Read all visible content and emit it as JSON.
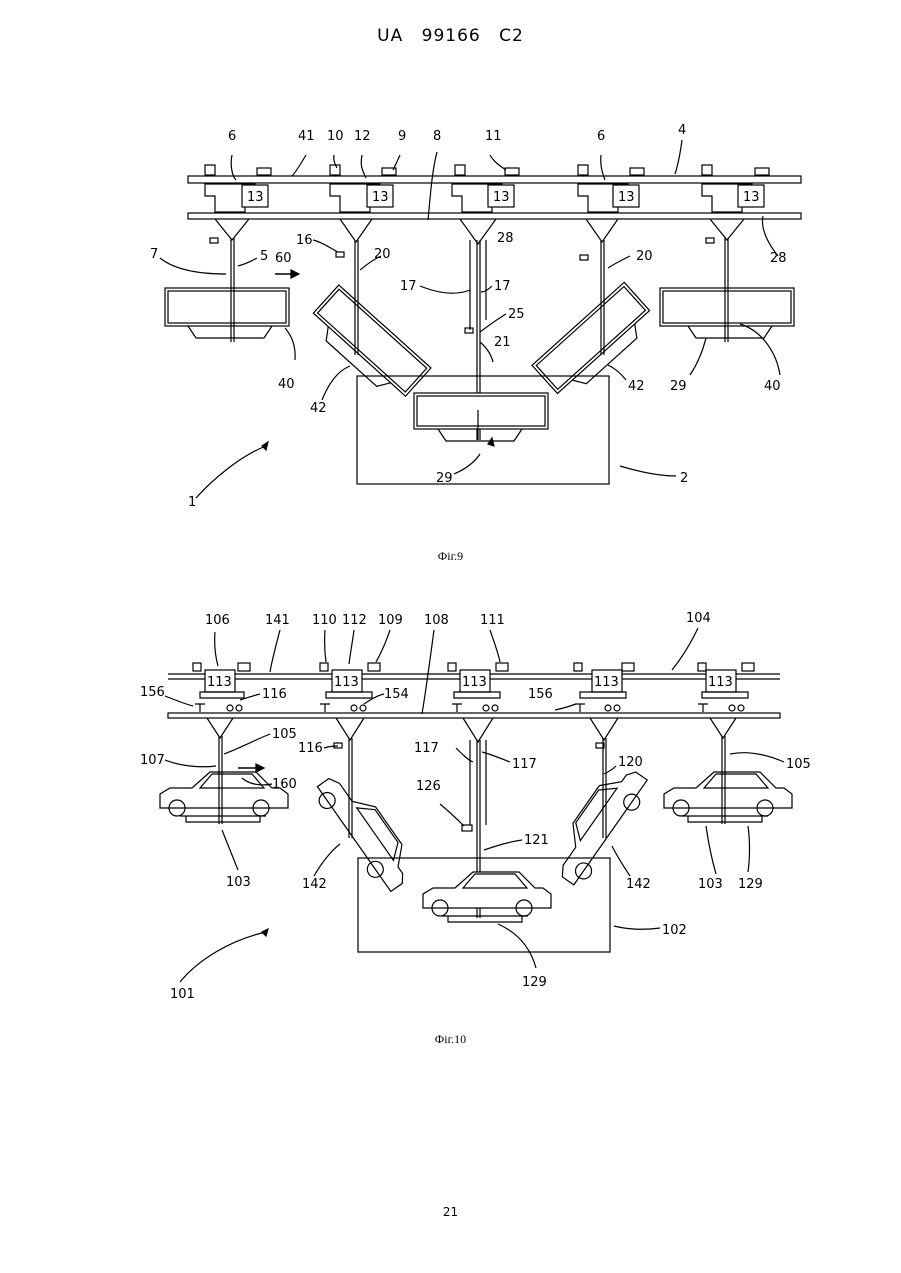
{
  "header": {
    "country": "UA",
    "number": "99166",
    "kind": "C2"
  },
  "figure9": {
    "caption": "Фіг.9",
    "station_label": "13",
    "labels": {
      "l6a": "6",
      "l41": "41",
      "l10": "10",
      "l12": "12",
      "l9": "9",
      "l8": "8",
      "l11": "11",
      "l6b": "6",
      "l4": "4",
      "l7": "7",
      "l5": "5",
      "l60": "60",
      "l16": "16",
      "l20a": "20",
      "l17a": "17",
      "l17b": "17",
      "l25": "25",
      "l20b": "20",
      "l28a": "28",
      "l28b": "28",
      "l21": "21",
      "l42a": "42",
      "l42b": "42",
      "l40a": "40",
      "l40b": "40",
      "l29a": "29",
      "l29b": "29",
      "l2": "2",
      "l1": "1"
    }
  },
  "figure10": {
    "caption": "Фіг.10",
    "station_label": "113",
    "labels": {
      "l106": "106",
      "l141": "141",
      "l110": "110",
      "l112": "112",
      "l109": "109",
      "l108": "108",
      "l111": "111",
      "l104": "104",
      "l156a": "156",
      "l116a": "116",
      "l154": "154",
      "l156b": "156",
      "l107": "107",
      "l105a": "105",
      "l116b": "116",
      "l160": "160",
      "l117a": "117",
      "l117b": "117",
      "l120": "120",
      "l105b": "105",
      "l126": "126",
      "l121": "121",
      "l103a": "103",
      "l142a": "142",
      "l142b": "142",
      "l103b": "103",
      "l129a": "129",
      "l129b": "129",
      "l102": "102",
      "l101": "101"
    }
  },
  "page_number": "21"
}
